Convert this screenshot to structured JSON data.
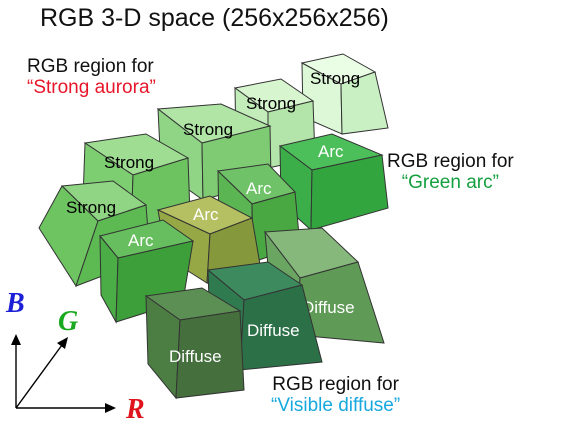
{
  "title": "RGB 3-D space (256x256x256)",
  "regions": {
    "aurora": {
      "line1": "RGB region for",
      "line2": "“Strong aurora”",
      "color": "#e8162a"
    },
    "arc": {
      "line1": "RGB region for",
      "line2": "“Green arc”",
      "color": "#15a040"
    },
    "diffuse": {
      "line1": "RGB region for",
      "line2": "“Visible diffuse”",
      "color": "#17a8e0"
    }
  },
  "axes": {
    "b": {
      "label": "B",
      "color": "#1d1fd6"
    },
    "g": {
      "label": "G",
      "color": "#19a81e"
    },
    "r": {
      "label": "R",
      "color": "#e0141e"
    }
  },
  "cubes": {
    "strong": "Strong",
    "arc": "Arc",
    "diffuse": "Diffuse"
  }
}
